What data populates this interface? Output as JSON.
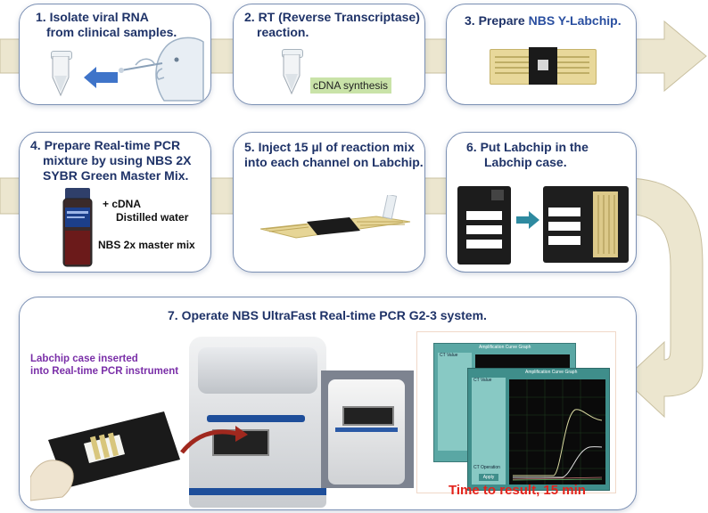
{
  "steps": {
    "s1": {
      "line1": "1. Isolate viral RNA",
      "line2": "from clinical samples."
    },
    "s2": {
      "line1": "2. RT (Reverse Transcriptase)",
      "line2": "reaction.",
      "note": "cDNA synthesis"
    },
    "s3": {
      "prefix": "3. Prepare ",
      "highlight": "NBS Y-Labchip."
    },
    "s4": {
      "line1": "4. Prepare Real-time PCR",
      "line2": "mixture by using NBS 2X",
      "line3": "SYBR Green Master Mix.",
      "lbl_cdna": "+ cDNA",
      "lbl_water": "Distilled water",
      "lbl_mix": "NBS 2x master mix"
    },
    "s5": {
      "line1": "5. Inject 15 µl of reaction mix",
      "line2": "into each channel on Labchip."
    },
    "s6": {
      "line1": "6.  Put Labchip in the",
      "line2": "Labchip case."
    },
    "s7": {
      "title": "7. Operate NBS UltraFast Real-time PCR G2-3 system.",
      "inserted_1": "Labchip case inserted",
      "inserted_2": "into Real-time PCR instrument",
      "result": "Time to result, 15 min",
      "screen_title_back": "Amplification Curve Graph",
      "screen_title_front": "Amplification Curve Graph",
      "panel_header": "CT Value",
      "panel_ops": "CT Operation",
      "panel_apply": "Apply"
    }
  },
  "colors": {
    "arrow": "#ece6cf",
    "card_border": "#7a8fb3",
    "title": "#1f3368",
    "accent_blue": "#2a4fa0",
    "purple": "#7a2fa8",
    "result_red": "#e3221b",
    "cdna_highlight": "#c9e3a8"
  }
}
